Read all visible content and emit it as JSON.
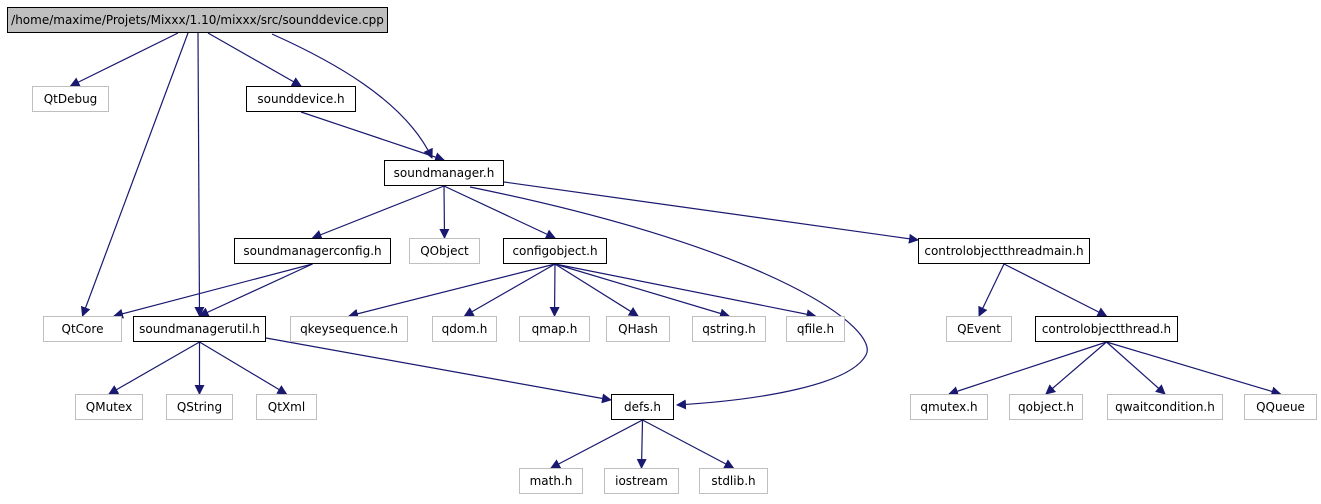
{
  "colors": {
    "edge": "#191970",
    "dark_border": "#000000",
    "light_border": "#bfbfbf",
    "root_fill": "#bfbfbf"
  },
  "nodes": [
    {
      "id": "root",
      "label": "/home/maxime/Projets/Mixxx/1.10/mixxx/src/sounddevice.cpp",
      "style": "root"
    },
    {
      "id": "qtdebug",
      "label": "QtDebug",
      "style": "light"
    },
    {
      "id": "sounddevice_h",
      "label": "sounddevice.h",
      "style": "dark"
    },
    {
      "id": "soundmanager_h",
      "label": "soundmanager.h",
      "style": "dark"
    },
    {
      "id": "soundmanagerconfig_h",
      "label": "soundmanagerconfig.h",
      "style": "dark"
    },
    {
      "id": "qobject",
      "label": "QObject",
      "style": "light"
    },
    {
      "id": "configobject_h",
      "label": "configobject.h",
      "style": "dark"
    },
    {
      "id": "controlobjectthreadmain_h",
      "label": "controlobjectthreadmain.h",
      "style": "dark"
    },
    {
      "id": "qtcore",
      "label": "QtCore",
      "style": "light"
    },
    {
      "id": "soundmanagerutil_h",
      "label": "soundmanagerutil.h",
      "style": "dark"
    },
    {
      "id": "qkeysequence_h",
      "label": "qkeysequence.h",
      "style": "light"
    },
    {
      "id": "qdom_h",
      "label": "qdom.h",
      "style": "light"
    },
    {
      "id": "qmap_h",
      "label": "qmap.h",
      "style": "light"
    },
    {
      "id": "qhash",
      "label": "QHash",
      "style": "light"
    },
    {
      "id": "qstring_h",
      "label": "qstring.h",
      "style": "light"
    },
    {
      "id": "qfile_h",
      "label": "qfile.h",
      "style": "light"
    },
    {
      "id": "qevent",
      "label": "QEvent",
      "style": "light"
    },
    {
      "id": "controlobjectthread_h",
      "label": "controlobjectthread.h",
      "style": "dark"
    },
    {
      "id": "qmutex",
      "label": "QMutex",
      "style": "light"
    },
    {
      "id": "qstring",
      "label": "QString",
      "style": "light"
    },
    {
      "id": "qtxml",
      "label": "QtXml",
      "style": "light"
    },
    {
      "id": "defs_h",
      "label": "defs.h",
      "style": "dark"
    },
    {
      "id": "qmutex_h",
      "label": "qmutex.h",
      "style": "light"
    },
    {
      "id": "qobject_h",
      "label": "qobject.h",
      "style": "light"
    },
    {
      "id": "qwaitcondition_h",
      "label": "qwaitcondition.h",
      "style": "light"
    },
    {
      "id": "qqueue",
      "label": "QQueue",
      "style": "light"
    },
    {
      "id": "math_h",
      "label": "math.h",
      "style": "light"
    },
    {
      "id": "iostream",
      "label": "iostream",
      "style": "light"
    },
    {
      "id": "stdlib_h",
      "label": "stdlib.h",
      "style": "light"
    }
  ],
  "edges": [
    [
      "root",
      "qtdebug"
    ],
    [
      "root",
      "sounddevice_h"
    ],
    [
      "root",
      "soundmanager_h"
    ],
    [
      "root",
      "qtcore"
    ],
    [
      "root",
      "soundmanagerutil_h"
    ],
    [
      "sounddevice_h",
      "soundmanager_h"
    ],
    [
      "soundmanager_h",
      "soundmanagerconfig_h"
    ],
    [
      "soundmanager_h",
      "qobject"
    ],
    [
      "soundmanager_h",
      "configobject_h"
    ],
    [
      "soundmanager_h",
      "controlobjectthreadmain_h"
    ],
    [
      "soundmanager_h",
      "defs_h"
    ],
    [
      "soundmanagerconfig_h",
      "qtcore"
    ],
    [
      "soundmanagerconfig_h",
      "soundmanagerutil_h"
    ],
    [
      "configobject_h",
      "qkeysequence_h"
    ],
    [
      "configobject_h",
      "qdom_h"
    ],
    [
      "configobject_h",
      "qmap_h"
    ],
    [
      "configobject_h",
      "qhash"
    ],
    [
      "configobject_h",
      "qstring_h"
    ],
    [
      "configobject_h",
      "qfile_h"
    ],
    [
      "controlobjectthreadmain_h",
      "qevent"
    ],
    [
      "controlobjectthreadmain_h",
      "controlobjectthread_h"
    ],
    [
      "soundmanagerutil_h",
      "qmutex"
    ],
    [
      "soundmanagerutil_h",
      "qstring"
    ],
    [
      "soundmanagerutil_h",
      "qtxml"
    ],
    [
      "soundmanagerutil_h",
      "defs_h"
    ],
    [
      "controlobjectthread_h",
      "qmutex_h"
    ],
    [
      "controlobjectthread_h",
      "qobject_h"
    ],
    [
      "controlobjectthread_h",
      "qwaitcondition_h"
    ],
    [
      "controlobjectthread_h",
      "qqueue"
    ],
    [
      "defs_h",
      "math_h"
    ],
    [
      "defs_h",
      "iostream"
    ],
    [
      "defs_h",
      "stdlib_h"
    ]
  ]
}
